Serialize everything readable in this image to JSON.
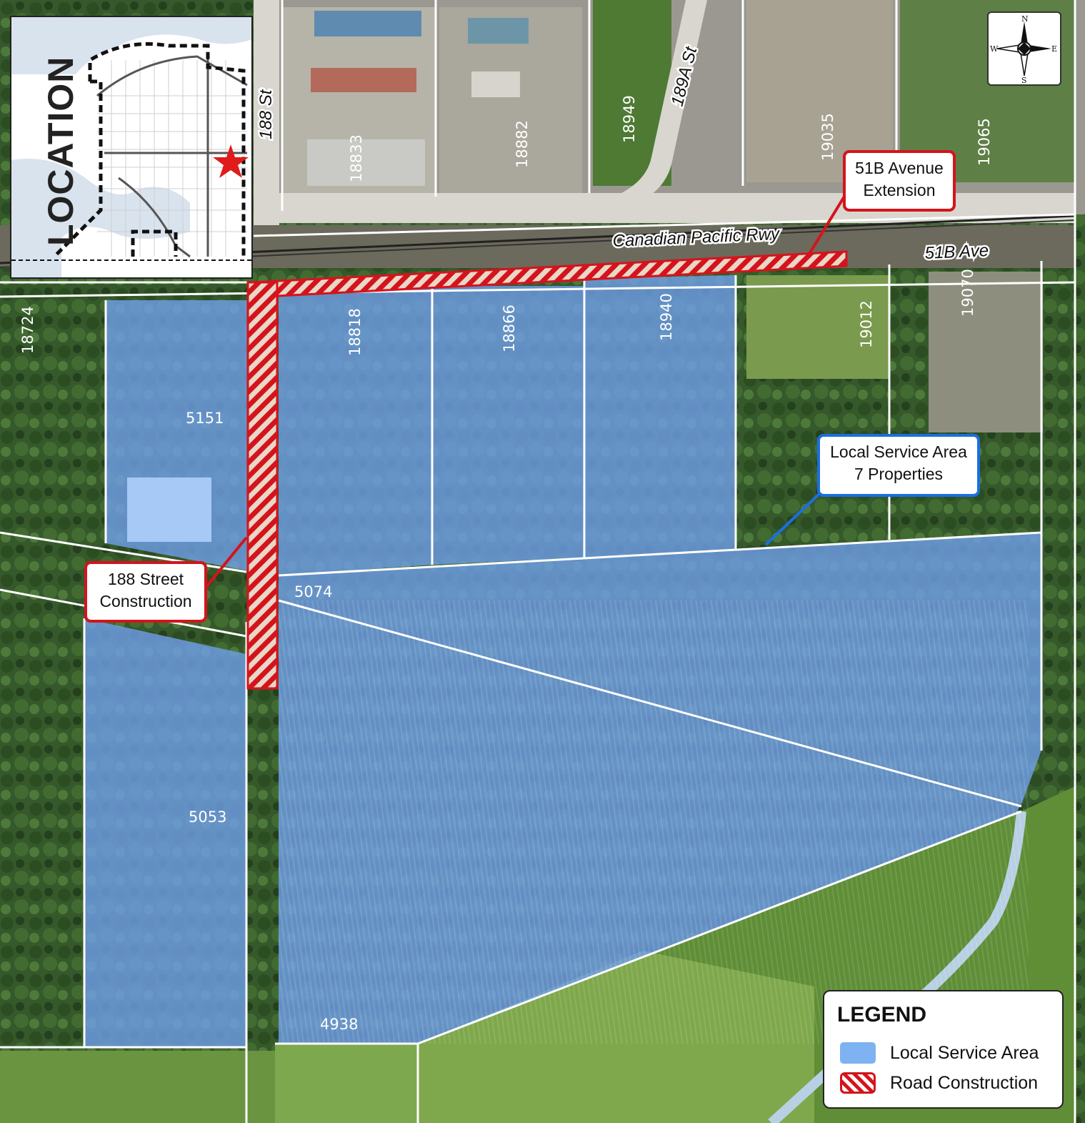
{
  "map": {
    "streets": {
      "st_188": "188 St",
      "st_189a": "189A St",
      "rail": "Canadian Pacific Rwy",
      "ave_51b": "51B Ave"
    },
    "parcels": [
      {
        "id": "p18833",
        "label": "18833"
      },
      {
        "id": "p18882",
        "label": "18882"
      },
      {
        "id": "p18949",
        "label": "18949"
      },
      {
        "id": "p19035",
        "label": "19035"
      },
      {
        "id": "p19065",
        "label": "19065"
      },
      {
        "id": "p18724",
        "label": "18724"
      },
      {
        "id": "p18818",
        "label": "18818"
      },
      {
        "id": "p18866",
        "label": "18866"
      },
      {
        "id": "p18940",
        "label": "18940"
      },
      {
        "id": "p19012",
        "label": "19012"
      },
      {
        "id": "p19070",
        "label": "19070"
      },
      {
        "id": "p5151",
        "label": "5151"
      },
      {
        "id": "p5074",
        "label": "5074"
      },
      {
        "id": "p5053",
        "label": "5053"
      },
      {
        "id": "p4938",
        "label": "4938"
      }
    ],
    "callouts": {
      "ave_extension": [
        "51B Avenue",
        "Extension"
      ],
      "street_construction": [
        "188 Street",
        "Construction"
      ],
      "service_area": [
        "Local Service Area",
        "7 Properties"
      ]
    },
    "inset_title": "LOCATION",
    "compass": {
      "n": "N",
      "s": "S",
      "e": "E",
      "w": "W"
    },
    "legend": {
      "title": "LEGEND",
      "items": [
        {
          "label": "Local Service Area",
          "color": "#7fb2f0"
        },
        {
          "label": "Road Construction",
          "color": "#d4141c"
        }
      ]
    },
    "colors": {
      "service_area": "#6f9ee6",
      "road_construction": "#d4141c",
      "callout_blue": "#1a6fe0",
      "vegetation": "#3f6a2e",
      "field": "#5c8a3a"
    }
  }
}
